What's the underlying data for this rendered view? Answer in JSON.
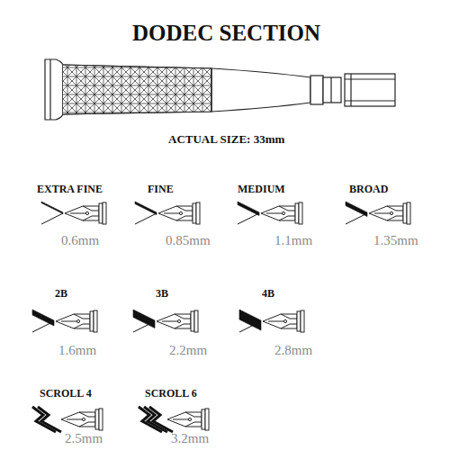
{
  "diagram": {
    "title": "DODEC SECTION",
    "labels": [
      "ACTUAL SIZE: 33mm",
      "EXTRA FINE",
      "0.6mm",
      "FINE",
      "0.85mm",
      "MEDIUM",
      "1.1mm",
      "BROAD",
      "1.35mm",
      "2B",
      "1.6mm",
      "3B",
      "2.2mm",
      "4B",
      "2.8mm",
      "SCROLL 4",
      "2.5mm",
      "SCROLL 6",
      "3.2mm"
    ]
  }
}
